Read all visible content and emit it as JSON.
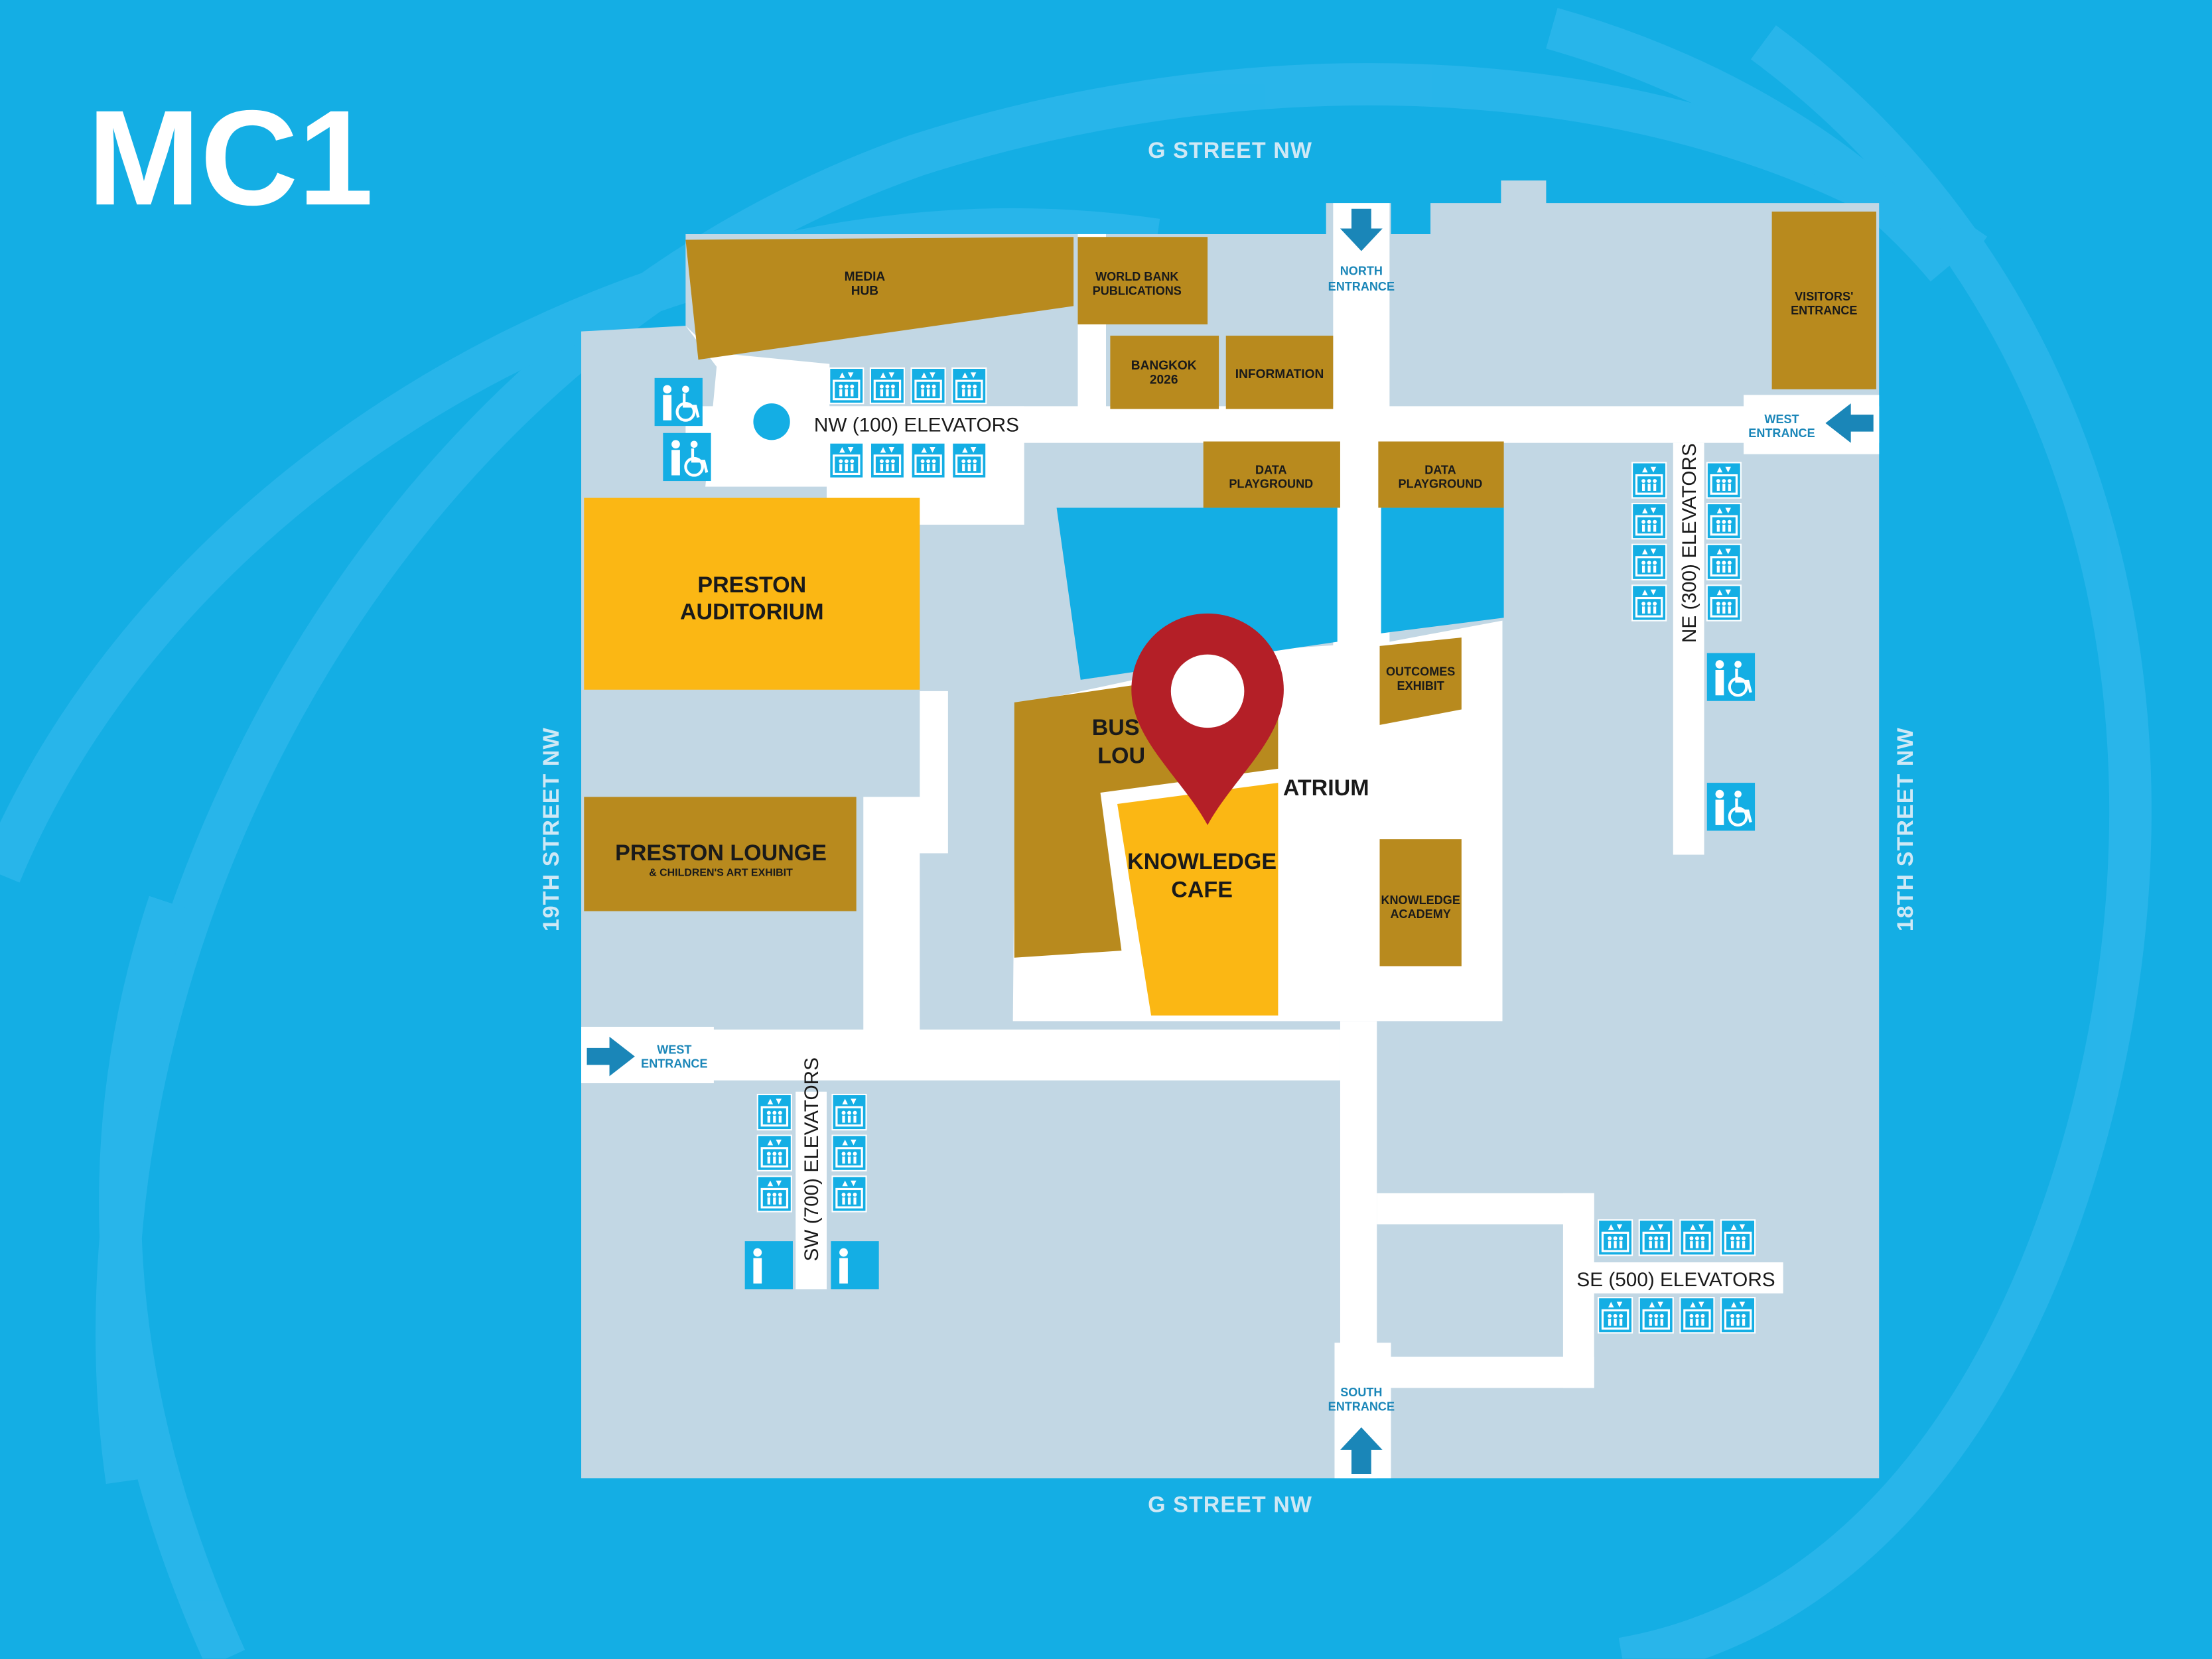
{
  "title": "MC1",
  "streets": {
    "north": "G STREET NW",
    "south": "G STREET NW",
    "west": "19TH STREET NW",
    "east": "18TH STREET NW"
  },
  "entrances": {
    "north": [
      "NORTH",
      "ENTRANCE"
    ],
    "south": [
      "SOUTH",
      "ENTRANCE"
    ],
    "west_left": [
      "WEST",
      "ENTRANCE"
    ],
    "west_right": [
      "WEST",
      "ENTRANCE"
    ],
    "visitors": [
      "VISITORS'",
      "ENTRANCE"
    ]
  },
  "rooms": {
    "media_hub": [
      "MEDIA",
      "HUB"
    ],
    "wb_publications": [
      "WORLD BANK",
      "PUBLICATIONS"
    ],
    "bangkok": [
      "BANGKOK",
      "2026"
    ],
    "information": "INFORMATION",
    "data_playground_1": [
      "DATA",
      "PLAYGROUND"
    ],
    "data_playground_2": [
      "DATA",
      "PLAYGROUND"
    ],
    "preston_auditorium": [
      "PRESTON",
      "AUDITORIUM"
    ],
    "preston_lounge": "PRESTON LOUNGE",
    "preston_lounge_sub": "& CHILDREN'S ART EXHIBIT",
    "business_lounge": [
      "BUS",
      "LOU"
    ],
    "knowledge_cafe": [
      "KNOWLEDGE",
      "CAFE"
    ],
    "atrium": "ATRIUM",
    "outcomes_exhibit": [
      "OUTCOMES",
      "EXHIBIT"
    ],
    "knowledge_academy": [
      "KNOWLEDGE",
      "ACADEMY"
    ]
  },
  "elevators": {
    "nw": "NW (100) ELEVATORS",
    "ne": "NE (300) ELEVATORS",
    "sw": "SW (700) ELEVATORS",
    "se": "SE (500) ELEVATORS"
  },
  "icons": {
    "elevator": "elevator-icon",
    "restroom": "restroom-icon",
    "accessible": "wheelchair-icon",
    "arrow": "arrow-icon",
    "pin": "location-pin-icon"
  },
  "colors": {
    "background": "#14aee4",
    "floor": "#c2d7e4",
    "corridor": "#ffffff",
    "room_brown": "#b88a1e",
    "room_gold": "#fbb714",
    "pool": "#14aee4",
    "pin": "#b41f27",
    "entrance_text": "#1a86b8"
  }
}
